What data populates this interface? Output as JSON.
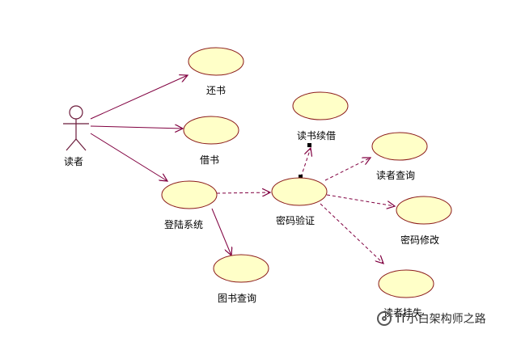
{
  "diagram": {
    "actor": {
      "label": "读者"
    },
    "use_cases": {
      "return_book": "还书",
      "borrow_book": "借书",
      "login_system": "登陆系统",
      "password_verify": "密码验证",
      "renew_book": "读书续借",
      "reader_query": "读者查询",
      "password_change": "密码修改",
      "reader_loss": "读者挂失",
      "book_query": "图书查询"
    },
    "colors": {
      "ellipse_fill": "#ffffc8",
      "ellipse_stroke": "#8b1a1a",
      "association": "#800040",
      "dependency": "#800040"
    }
  },
  "watermark": {
    "text": "IT小白架构师之路",
    "icon": "wechat-icon"
  }
}
